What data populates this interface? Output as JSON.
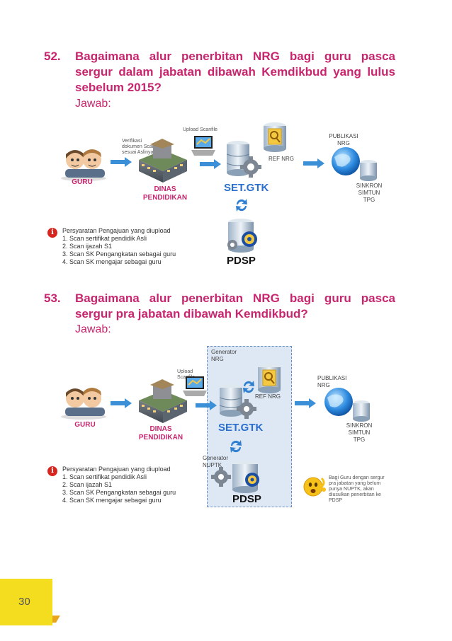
{
  "q52": {
    "number": "52.",
    "text": "Bagaimana alur penerbitan NRG bagi guru pasca sergur dalam jabatan dibawah Kemdikbud yang  lulus sebelum 2015?",
    "jawab": "Jawab:",
    "diagram": {
      "guru": "GURU",
      "verif": "Verifikasi dokumen Scan sesuai Aslinya",
      "upload": "Upload Scanfile",
      "dinas": "DINAS PENDIDIKAN",
      "setgtk": "SET.GTK",
      "refnrg": "REF NRG",
      "publikasi": "PUBLIKASI NRG",
      "sinkron": "SINKRON SIMTUN TPG",
      "pdsp": "PDSP"
    },
    "requirements": {
      "title": "Persyaratan Pengajuan yang diupload",
      "items": [
        "1.  Scan sertifikat pendidik Asli",
        "2.  Scan ijazah S1",
        "3.  Scan SK Pengangkatan sebagai guru",
        "4.  Scan SK mengajar sebagai guru"
      ]
    }
  },
  "q53": {
    "number": "53.",
    "text": "Bagaimana alur penerbitan NRG bagi guru pasca sergur pra jabatan dibawah Kemdikbud?",
    "jawab": "Jawab:",
    "diagram": {
      "generator_nrg": "Generator NRG",
      "upload": "Upload Scanfile",
      "guru": "GURU",
      "dinas": "DINAS PENDIDIKAN",
      "setgtk": "SET.GTK",
      "refnrg": "REF NRG",
      "publikasi": "PUBLIKASI NRG",
      "sinkron": "SINKRON SIMTUN TPG",
      "generator_nuptk": "Generator NUPTK",
      "pdsp": "PDSP",
      "note": "Bagi Guru dengan sergur pra jabatan yang belum punya NUPTK, akan diusulkan penerbitan ke PDSP"
    },
    "requirements": {
      "title": "Persyaratan Pengajuan yang diupload",
      "items": [
        "1.  Scan sertifikat pendidik Asli",
        "2.  Scan ijazah S1",
        "3.  Scan SK Pengangkatan sebagai guru",
        "4.  Scan SK mengajar sebagai guru"
      ]
    }
  },
  "page_number": "30",
  "colors": {
    "accent": "#c8256f",
    "blue": "#2a6fcf",
    "yellow": "#f4dd1e"
  },
  "icons": [
    "teachers-icon",
    "building-icon",
    "laptop-icon",
    "database-icon",
    "search-doc-icon",
    "gear-icon",
    "globe-icon",
    "sync-icon",
    "info-icon",
    "emoji-icon",
    "arrow-icon"
  ]
}
